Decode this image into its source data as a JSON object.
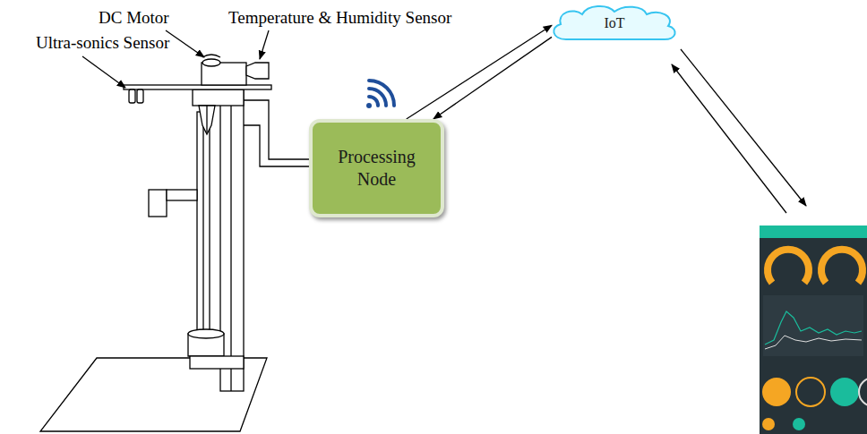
{
  "diagram": {
    "nodes": [
      {
        "text": [
          "Processing Node"
        ]
      },
      {
        "text": [
          "IoT"
        ]
      }
    ],
    "edges": [
      {
        "from": 0,
        "to": 1,
        "arrow": "to"
      },
      {
        "from": 1,
        "to": 0,
        "arrow": "to"
      }
    ],
    "labels": [
      "DC Motor",
      "Temperature & Humidity Sensor",
      "Ultra-sonics Sensor"
    ]
  }
}
